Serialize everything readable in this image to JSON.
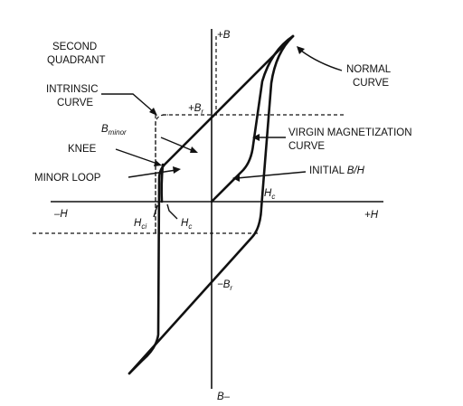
{
  "labels": {
    "second_quadrant_1": "SECOND",
    "second_quadrant_2": "QUADRANT",
    "intrinsic_1": "INTRINSIC",
    "intrinsic_2": "CURVE",
    "b_minor_main": "B",
    "b_minor_sub": "minor",
    "knee": "KNEE",
    "minor_loop": "MINOR LOOP",
    "normal_1": "NORMAL",
    "normal_2": "CURVE",
    "virgin_1": "VIRGIN MAGNETIZATION",
    "virgin_2": "CURVE",
    "initial_bh": "INITIAL ",
    "initial_bh_it": "B/H",
    "hc_right": "H",
    "hc_right_sub": "c",
    "hci": "H",
    "hci_sub": "ci",
    "hc_left": "H",
    "hc_left_sub": "c",
    "br_pos_sign": "+B",
    "br_pos_sub": "r",
    "br_neg_sign": "−B",
    "br_neg_sub": "r",
    "plus_b": "+B",
    "b_minus": "B–",
    "minus_h": "–H",
    "plus_h": "+H"
  }
}
